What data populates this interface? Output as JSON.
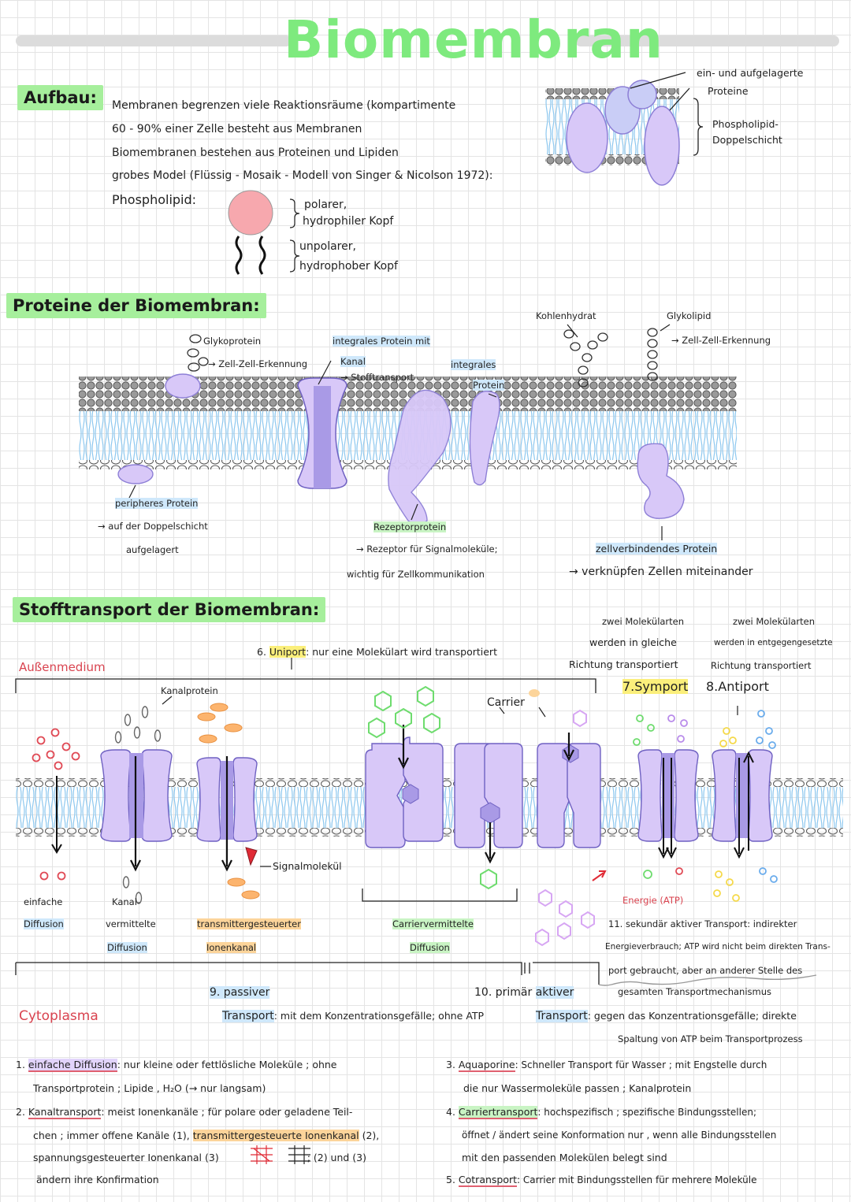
{
  "title": "Biomembran",
  "aufbau": {
    "heading": "Aufbau:",
    "lines": [
      "Membranen begrenzen viele Reaktionsräume (kompartimente",
      "60 - 90% einer Zelle besteht aus Membranen",
      "Biomembranen bestehen aus Proteinen und Lipiden",
      "grobes Model (Flüssig - Mosaik - Modell von Singer & Nicolson 1972):",
      "Phospholipid:"
    ],
    "phospholipid_head": [
      "polarer,",
      "hydrophiler Kopf"
    ],
    "phospholipid_tail": [
      "unpolarer,",
      "hydrophober Kopf"
    ],
    "label_proteins": [
      "ein- und aufgelagerte",
      "Proteine"
    ],
    "label_bilayer": [
      "Phospholipid-",
      "Doppelschicht"
    ]
  },
  "proteine": {
    "heading": "Proteine der Biomembran:",
    "glykoprotein": [
      "Glykoprotein",
      "→ Zell-Zell-Erkennung"
    ],
    "kanal": [
      "integrales Protein mit",
      "Kanal",
      "→ Stofftransport"
    ],
    "integral": [
      "integrales",
      "Protein"
    ],
    "kohlenhydrat": "Kohlenhydrat",
    "glykolipid": [
      "Glykolipid",
      "→ Zell-Zell-Erkennung"
    ],
    "peripher": [
      "peripheres Protein",
      "→ auf der Doppelschicht",
      "aufgelagert"
    ],
    "rezeptor": [
      "Rezeptorprotein",
      "→ Rezeptor für Signalmoleküle;",
      "wichtig für Zellkommunikation"
    ],
    "zellverbindend": [
      "zellverbindendes Protein",
      "→ verknüpfen Zellen miteinander"
    ]
  },
  "stofftransport": {
    "heading": "Stofftransport der Biomembran:",
    "aussenmedium": "Außenmedium",
    "cytoplasma": "Cytoplasma",
    "uniport": [
      "6. ",
      "Uniport",
      ": nur eine Molekülart wird transportiert"
    ],
    "symport_desc": [
      "zwei Molekülarten",
      "werden in gleiche",
      "Richtung transportiert"
    ],
    "antiport_desc": [
      "zwei Molekülarten",
      "werden in entgegengesetzte",
      "Richtung transportiert"
    ],
    "symport": "7.Symport",
    "antiport": "8.Antiport",
    "kanalprotein": "Kanalprotein",
    "carrier": "Carrier",
    "signalmolekuel": "Signalmolekül",
    "energie": "Energie (ATP)",
    "einfache": [
      "einfache",
      "Diffusion"
    ],
    "kanalvermittelt": [
      "Kanal-",
      "vermittelte",
      "Diffusion"
    ],
    "transmitter": [
      "transmittergesteuerter",
      "Ionenkanal"
    ],
    "carriervermittelt": [
      "Carriervermittelte",
      "Diffusion"
    ],
    "sekundaer": [
      "11. sekundär aktiver Transport: indirekter",
      "Energieverbrauch; ATP wird nicht beim direkten Trans-",
      "port gebraucht, aber an anderer Stelle des",
      "gesamten Transportmechanismus"
    ],
    "passiv": [
      "9. passiver",
      "Transport",
      ": mit dem Konzentrationsgefälle; ohne ATP"
    ],
    "aktiv": [
      "10. primär",
      "aktiver",
      "Transport",
      ": gegen das Konzentrationsgefälle; direkte",
      "Spaltung von ATP beim Transportprozess"
    ]
  },
  "notes_left": [
    [
      "1. ",
      "einfache Diffusion",
      ": nur kleine oder fettlösliche Moleküle ; ohne"
    ],
    [
      "Transportprotein ; Lipide , H₂O (→ nur langsam)"
    ],
    [
      "2. ",
      "Kanaltransport",
      ": meist Ionenkanäle ; für polare oder geladene Teil-"
    ],
    [
      "chen ; immer offene Kanäle (1), ",
      "transmittergesteuerte Ionenkanal",
      " (2),"
    ],
    [
      "spannungsgesteuerter Ionenkanal (3)",
      " ; (2) und (3)"
    ],
    [
      "ändern ihre Konfirmation"
    ]
  ],
  "notes_right": [
    [
      "3. ",
      "Aquaporine",
      ": Schneller Transport für Wasser ; mit Engstelle durch"
    ],
    [
      "die nur Wassermoleküle passen ; Kanalprotein"
    ],
    [
      "4. ",
      "Carriertransport",
      ": hochspezifisch ; spezifische Bindungsstellen;"
    ],
    [
      "öffnet / ändert seine Konformation nur , wenn alle Bindungsstellen"
    ],
    [
      "mit den passenden Molekülen belegt sind"
    ],
    [
      "5. ",
      "Cotransport",
      ": Carrier mit Bindungsstellen für mehrere Moleküle"
    ]
  ],
  "colors": {
    "title_green": "#7eea7e",
    "heading_green": "#a6ef9c",
    "protein_purple": "#d8c8f8",
    "protein_dark": "#a99ae6",
    "lipid_blue": "#bfe1fb",
    "head_gray": "#8f8f8f",
    "red_label": "#d9434f"
  }
}
